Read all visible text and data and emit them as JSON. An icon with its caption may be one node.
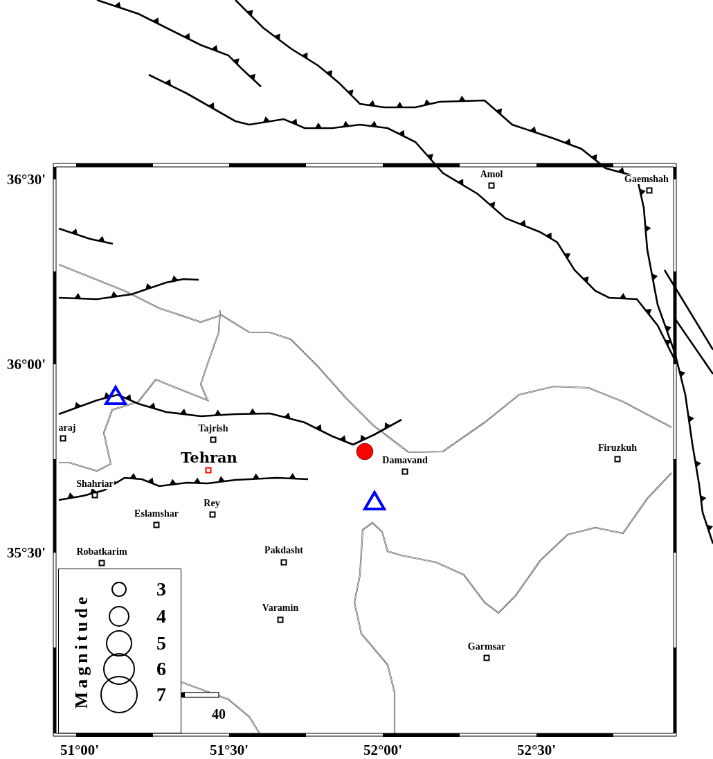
{
  "diagram": {
    "labels": [
      "36°30'",
      "Amol",
      "Gaemshah",
      "36°00'",
      "araj",
      "Tajrish",
      "Tehran",
      "Firuzkuh",
      "Damavand",
      "Shahriar",
      "Rey",
      "Eslamshar",
      "35°30'",
      "Robatkarim",
      "Pakdasht",
      "Magnitude",
      "Varamin",
      "Garmsar",
      "40",
      "51°00'",
      "51°30'",
      "52°00'",
      "52°30'"
    ],
    "legend": [
      {
        "text": "3"
      },
      {
        "text": "4"
      },
      {
        "text": "5"
      },
      {
        "text": "6"
      },
      {
        "text": "7"
      }
    ]
  }
}
